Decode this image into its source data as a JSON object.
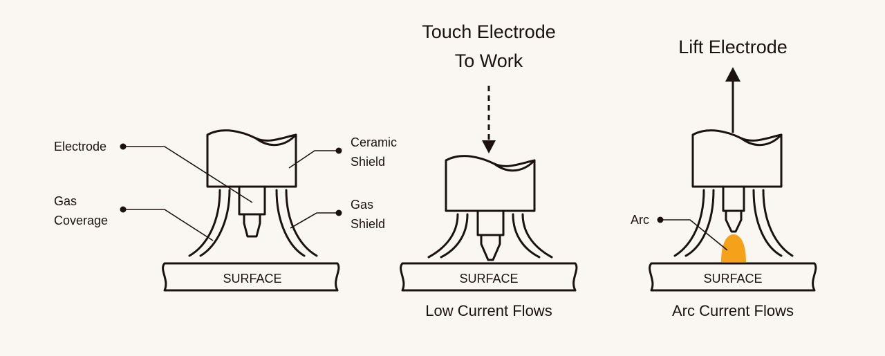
{
  "colors": {
    "background": "#faf7f3",
    "ink": "#1a1210",
    "arc": "#f5a11a"
  },
  "panel1": {
    "labels": {
      "electrode": "Electrode",
      "ceramic_1": "Ceramic",
      "ceramic_2": "Shield",
      "gas_coverage_1": "Gas",
      "gas_coverage_2": "Coverage",
      "gas_shield_1": "Gas",
      "gas_shield_2": "Shield"
    },
    "surface": "SURFACE"
  },
  "panel2": {
    "title_1": "Touch Electrode",
    "title_2": "To Work",
    "surface": "SURFACE",
    "caption": "Low Current Flows"
  },
  "panel3": {
    "title": "Lift Electrode",
    "arc_label": "Arc",
    "surface": "SURFACE",
    "caption": "Arc Current Flows"
  }
}
